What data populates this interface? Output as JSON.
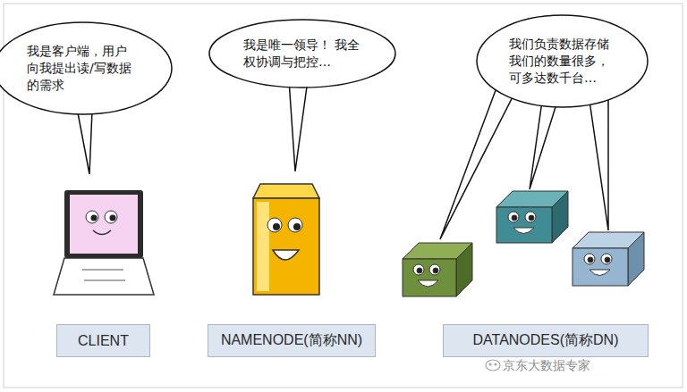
{
  "diagram": {
    "nodes": [
      {
        "text": [
          "我是客户端，用户 向我提出读/写数据 的需求"
        ]
      },
      {
        "text": [
          "我是唯一领导！ 我全权协调与把控…"
        ]
      },
      {
        "text": [
          "我们负责数据存储 我们的数量很多， 可多达数千台…"
        ]
      },
      {
        "text": [
          "CLIENT"
        ]
      },
      {
        "text": [
          "NAMENODE(简称NN)"
        ]
      },
      {
        "text": [
          "DATANODES(简称DN)"
        ]
      }
    ],
    "labels": [
      "京东大数据专家"
    ]
  }
}
